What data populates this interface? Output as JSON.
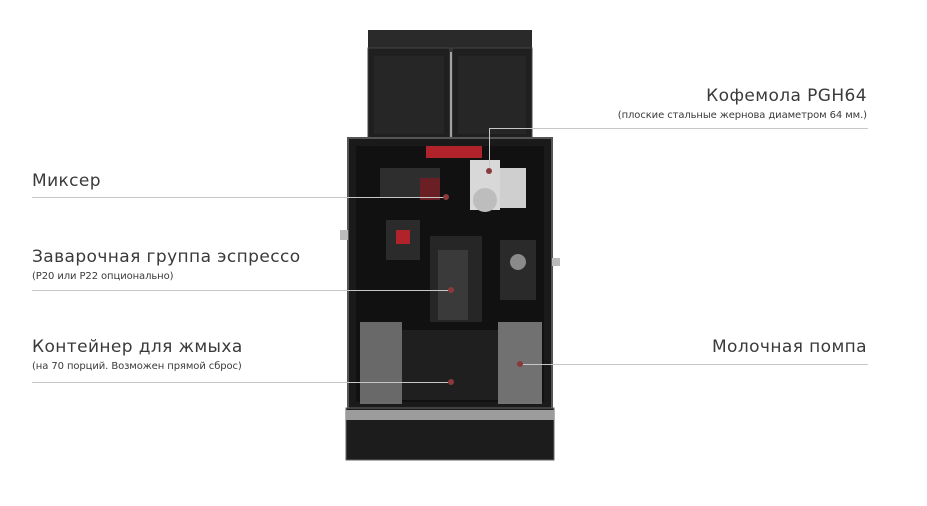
{
  "callouts": {
    "grinder": {
      "title": "Кофемола PGH64",
      "subtitle": "(плоские стальные жернова диаметром 64 мм.)"
    },
    "mixer": {
      "title": "Миксер"
    },
    "brewing_unit": {
      "title": "Заварочная группа эспрессо",
      "subtitle": "(P20 или P22 опционально)"
    },
    "grounds_container": {
      "title": "Контейнер для жмыха",
      "subtitle": "(на 70 порций. Возможен прямой сброс)"
    },
    "milk_pump": {
      "title": "Молочная помпа"
    }
  },
  "colors": {
    "accent": "#b0232b",
    "machine_body": "#1e1e1e",
    "leader_line": "#c7c7c7"
  }
}
